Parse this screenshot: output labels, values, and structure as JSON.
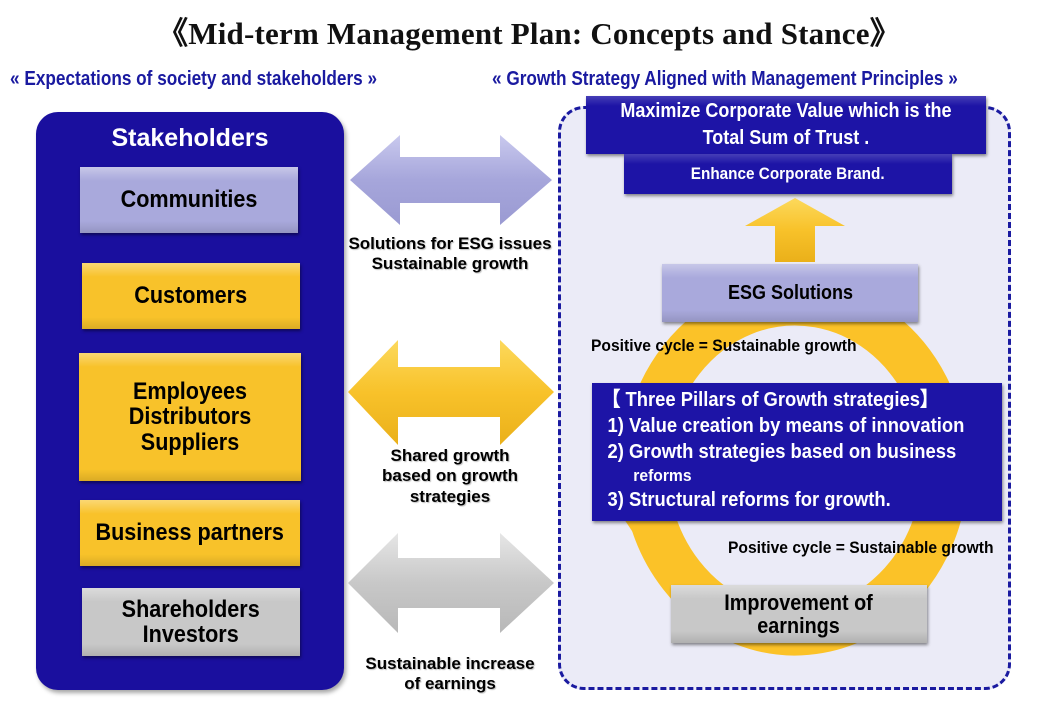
{
  "title": "《Mid-term Management Plan: Concepts and Stance》",
  "left_section": {
    "heading": "« Expectations of society and stakeholders »",
    "panel_title": "Stakeholders",
    "stakeholders": [
      {
        "label": "Communities",
        "color": "#a9a9dc"
      },
      {
        "label": "Customers",
        "color": "#f8c22a"
      },
      {
        "label": "Employees\nDistributors\nSuppliers",
        "color": "#f8c22a"
      },
      {
        "label": "Business partners",
        "color": "#f8c22a"
      },
      {
        "label": "Shareholders\nInvestors",
        "color": "#c8c8c8"
      }
    ]
  },
  "connectors": [
    {
      "label": "Solutions for ESG issues\nSustainable growth",
      "color": "#a9a9dc"
    },
    {
      "label": "Shared growth\nbased on growth\nstrategies",
      "color": "#f8c22a"
    },
    {
      "label": "Sustainable increase\nof earnings",
      "color": "#c8c8c8"
    }
  ],
  "right_section": {
    "heading": "« Growth Strategy Aligned with Management Principles »",
    "goal": "Maximize Corporate Value which is the\nTotal Sum of Trust .",
    "brand": "Enhance Corporate Brand.",
    "esg": "ESG Solutions",
    "cycle_label_top": "Positive cycle = Sustainable growth",
    "pillars": {
      "title": "【 Three Pillars of Growth strategies】",
      "items": [
        "1) Value creation by means of innovation",
        "2) Growth strategies based on business",
        "reforms",
        "3) Structural reforms for growth."
      ]
    },
    "cycle_label_bottom": "Positive cycle = Sustainable growth",
    "earnings": "Improvement of\nearnings"
  },
  "colors": {
    "navy": "#1a0f9e",
    "gold": "#f8c22a",
    "lavender": "#a9a9dc",
    "silver": "#c8c8c8",
    "heading_blue": "#1a1aa0"
  }
}
